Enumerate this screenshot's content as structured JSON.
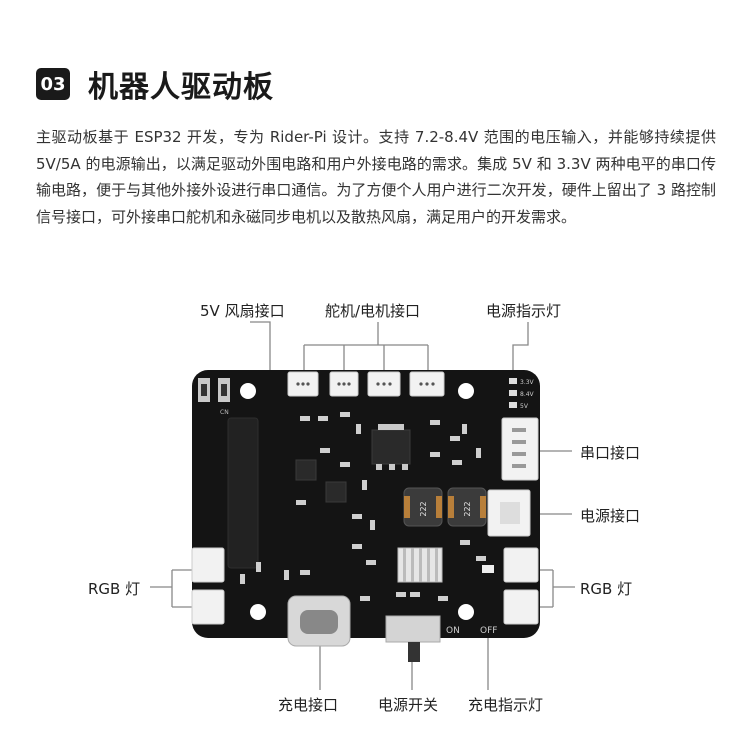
{
  "header": {
    "number": "03",
    "title": "机器人驱动板"
  },
  "description": "主驱动板基于 ESP32 开发，专为 Rider-Pi 设计。支持 7.2-8.4V 范围的电压输入，并能够持续提供 5V/5A 的电源输出，以满足驱动外围电路和用户外接电路的需求。集成 5V 和 3.3V 两种电平的串口传输电路，便于与其他外接外设进行串口通信。为了方便个人用户进行二次开发，硬件上留出了 3 路控制信号接口，可外接串口舵机和永磁同步电机以及散热风扇，满足用户的开发需求。",
  "labels": {
    "fan_port": "5V 风扇接口",
    "servo_motor_port": "舵机/电机接口",
    "power_indicator": "电源指示灯",
    "serial_port": "串口接口",
    "power_port": "电源接口",
    "rgb_left": "RGB 灯",
    "rgb_right": "RGB 灯",
    "charge_port": "充电接口",
    "power_switch": "电源开关",
    "charge_indicator": "充电指示灯"
  },
  "board_text": {
    "v33": "3.3V",
    "v84": "8.4V",
    "v5": "5V",
    "on": "ON",
    "off": "OFF",
    "cn": "CN",
    "ind1": "222",
    "ind2": "222"
  },
  "colors": {
    "pcb": "#141414",
    "connector": "#f2f2f2",
    "line": "#888888",
    "badge": "#1a1a1a"
  }
}
